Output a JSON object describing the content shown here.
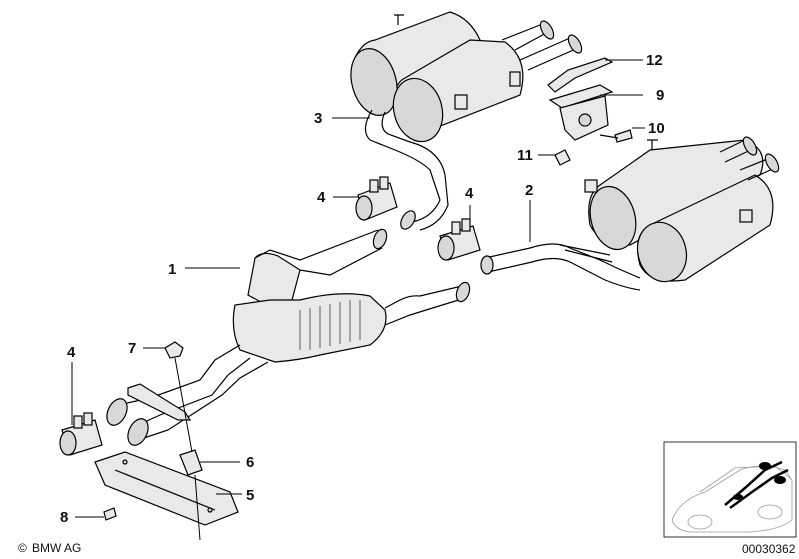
{
  "callouts": [
    {
      "id": "c1",
      "text": "1"
    },
    {
      "id": "c2",
      "text": "2"
    },
    {
      "id": "c3",
      "text": "3"
    },
    {
      "id": "c4a",
      "text": "4"
    },
    {
      "id": "c4b",
      "text": "4"
    },
    {
      "id": "c4c",
      "text": "4"
    },
    {
      "id": "c5",
      "text": "5"
    },
    {
      "id": "c6",
      "text": "6"
    },
    {
      "id": "c7",
      "text": "7"
    },
    {
      "id": "c8",
      "text": "8"
    },
    {
      "id": "c9",
      "text": "9"
    },
    {
      "id": "c10",
      "text": "10"
    },
    {
      "id": "c11",
      "text": "11"
    },
    {
      "id": "c12",
      "text": "12"
    }
  ],
  "footer": {
    "brand": "BMW AG",
    "copyright": "©",
    "drawing_number": "00030362"
  },
  "colors": {
    "line": "#000000",
    "fill": "#e9e9e9",
    "background": "#ffffff"
  }
}
